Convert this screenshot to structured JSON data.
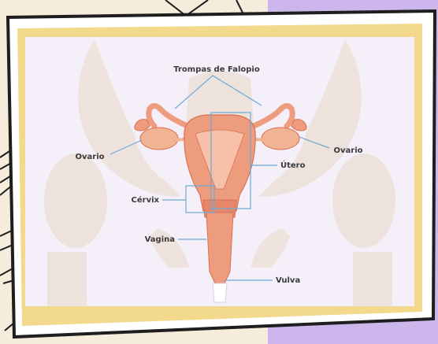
{
  "diagram": {
    "labels": {
      "fallopian_tubes": "Trompas de Falopio",
      "ovary_left": "Ovario",
      "ovary_right": "Ovario",
      "uterus": "Útero",
      "cervix": "Cérvix",
      "vagina": "Vagina",
      "vulva": "Vulva"
    },
    "colors": {
      "paper": "#f6ecdc",
      "lavender": "#ccb6ec",
      "frame_border": "#1e1e1e",
      "mat": "#f2d98c",
      "picture_bg": "#f4eff8",
      "bone": "#ece2d8",
      "organ": "#ee9c7e",
      "organ_outline": "#d97052",
      "leader_line": "#6aaad8",
      "label_text": "#3a3a3a"
    }
  }
}
